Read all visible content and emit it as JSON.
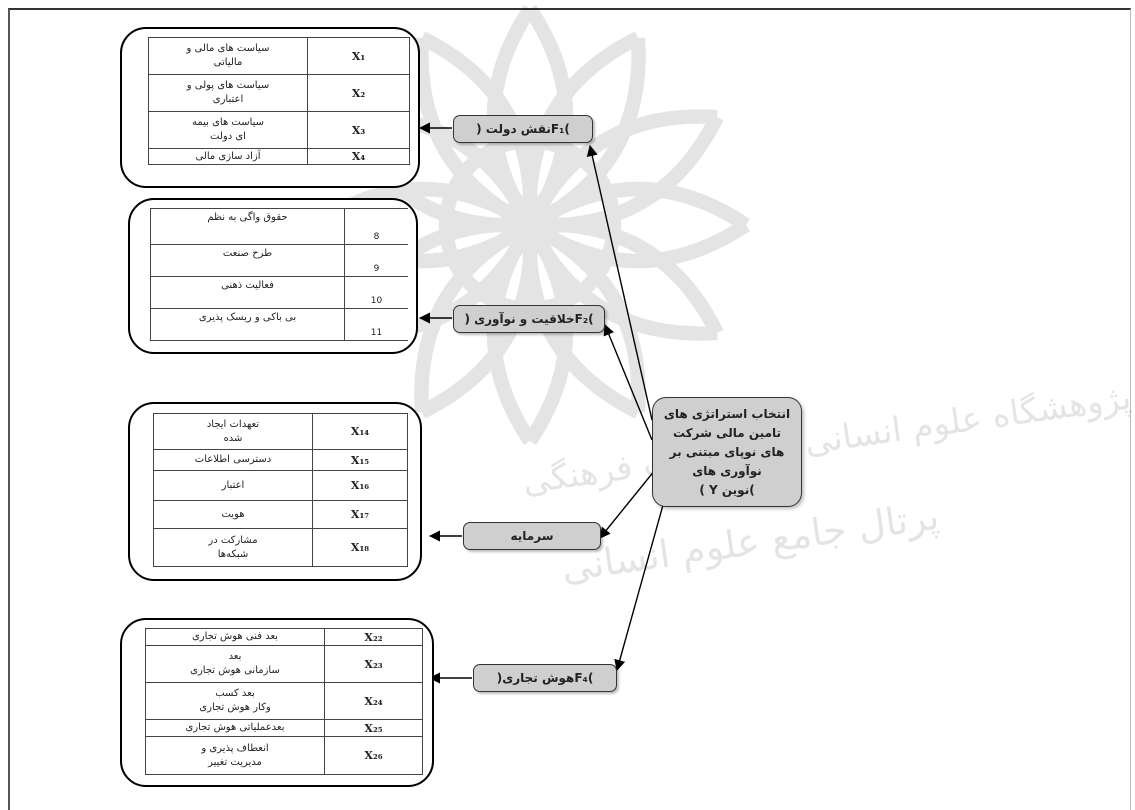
{
  "goal": {
    "line1": "انتخاب استراتژی های",
    "line2": "تامین مالی شرکت",
    "line3": "های نوپای مبتنی بر",
    "line4": "نوآوری های",
    "line5": ")نوین Y )"
  },
  "factors": [
    {
      "label": ")F₁نقش دولت (",
      "items": [
        {
          "code": "X₁",
          "label1": "سیاست های مالی و",
          "label2": "مالیاتی"
        },
        {
          "code": "X₂",
          "label1": "سیاست های پولی و",
          "label2": "اعتباری"
        },
        {
          "code": "X₃",
          "label1": "سیاست های بیمه",
          "label2": "ای دولت"
        },
        {
          "code": "X₄",
          "label1": "آزاد سازی مالی",
          "label2": ""
        }
      ]
    },
    {
      "label": ")F₂خلاقیت و نوآوری (",
      "items": [
        {
          "num": "8",
          "label": "حقوق واگی به نظم"
        },
        {
          "num": "9",
          "label": "طرح صنعت"
        },
        {
          "num": "10",
          "label": "فعالیت ذهنی"
        },
        {
          "num": "11",
          "label": "بی باکی و ریسک پذیری"
        }
      ]
    },
    {
      "label": "سرمایه",
      "items": [
        {
          "code": "X₁₄",
          "label1": "تعهدات ایجاد",
          "label2": "شده"
        },
        {
          "code": "X₁₅",
          "label1": "دسترسی اطلاعات",
          "label2": ""
        },
        {
          "code": "X₁₆",
          "label1": "اعتبار",
          "label2": ""
        },
        {
          "code": "X₁₇",
          "label1": "هویت",
          "label2": ""
        },
        {
          "code": "X₁₈",
          "label1": "مشارکت در",
          "label2": "شبکه‌ها"
        }
      ]
    },
    {
      "label": ")F₄هوش تجاری(",
      "items": [
        {
          "code": "X₂₂",
          "label1": "بعد فنی هوش تجاری",
          "label2": ""
        },
        {
          "code": "X₂₃",
          "label1": "بعد",
          "label2": "سازمانی هوش تجاری"
        },
        {
          "code": "X₂₄",
          "label1": "بعد کسب",
          "label2": "وکار هوش تجاری"
        },
        {
          "code": "X₂₅",
          "label1": "بعدعملیاتی هوش تجاری",
          "label2": ""
        },
        {
          "code": "X₂₆",
          "label1": "انعطاف پذیری و",
          "label2": "مدیریت تغییر"
        }
      ]
    }
  ],
  "watermark": {
    "line1": "پژوهشگاه علوم انسانی و مطالعات فرهنگی",
    "line2": "پرتال جامع علوم انسانی"
  },
  "colors": {
    "box_fill": "#cfcfcf",
    "line": "#000000"
  }
}
